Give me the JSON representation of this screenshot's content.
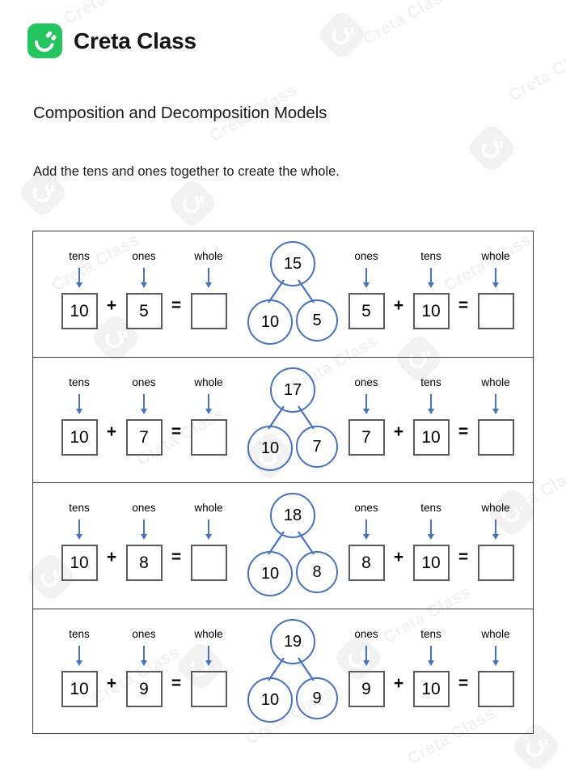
{
  "brand": {
    "name": "Creta Class",
    "logo_icon": "creta-class-logo-icon",
    "logo_color": "#22c55e"
  },
  "worksheet": {
    "title": "Composition and Decomposition Models",
    "instructions": "Add the tens and ones together to create the whole."
  },
  "colors": {
    "accent_blue": "#4472c4",
    "box_border": "#5a5a5a",
    "table_border": "#3a3a3a",
    "watermark": "#f2f2f2"
  },
  "symbols": {
    "plus": "+",
    "equals": "=",
    "blank": ""
  },
  "watermark": {
    "text": "Creta Class"
  },
  "problems": [
    {
      "left": {
        "labels": [
          "tens",
          "ones",
          "whole"
        ],
        "values": [
          "10",
          "5",
          ""
        ]
      },
      "bond": {
        "whole": "15",
        "part_a": "10",
        "part_b": "5"
      },
      "right": {
        "labels": [
          "ones",
          "tens",
          "whole"
        ],
        "values": [
          "5",
          "10",
          ""
        ]
      }
    },
    {
      "left": {
        "labels": [
          "tens",
          "ones",
          "whole"
        ],
        "values": [
          "10",
          "7",
          ""
        ]
      },
      "bond": {
        "whole": "17",
        "part_a": "10",
        "part_b": "7"
      },
      "right": {
        "labels": [
          "ones",
          "tens",
          "whole"
        ],
        "values": [
          "7",
          "10",
          ""
        ]
      }
    },
    {
      "left": {
        "labels": [
          "tens",
          "ones",
          "whole"
        ],
        "values": [
          "10",
          "8",
          ""
        ]
      },
      "bond": {
        "whole": "18",
        "part_a": "10",
        "part_b": "8"
      },
      "right": {
        "labels": [
          "ones",
          "tens",
          "whole"
        ],
        "values": [
          "8",
          "10",
          ""
        ]
      }
    },
    {
      "left": {
        "labels": [
          "tens",
          "ones",
          "whole"
        ],
        "values": [
          "10",
          "9",
          ""
        ]
      },
      "bond": {
        "whole": "19",
        "part_a": "10",
        "part_b": "9"
      },
      "right": {
        "labels": [
          "ones",
          "tens",
          "whole"
        ],
        "values": [
          "9",
          "10",
          ""
        ]
      }
    }
  ]
}
